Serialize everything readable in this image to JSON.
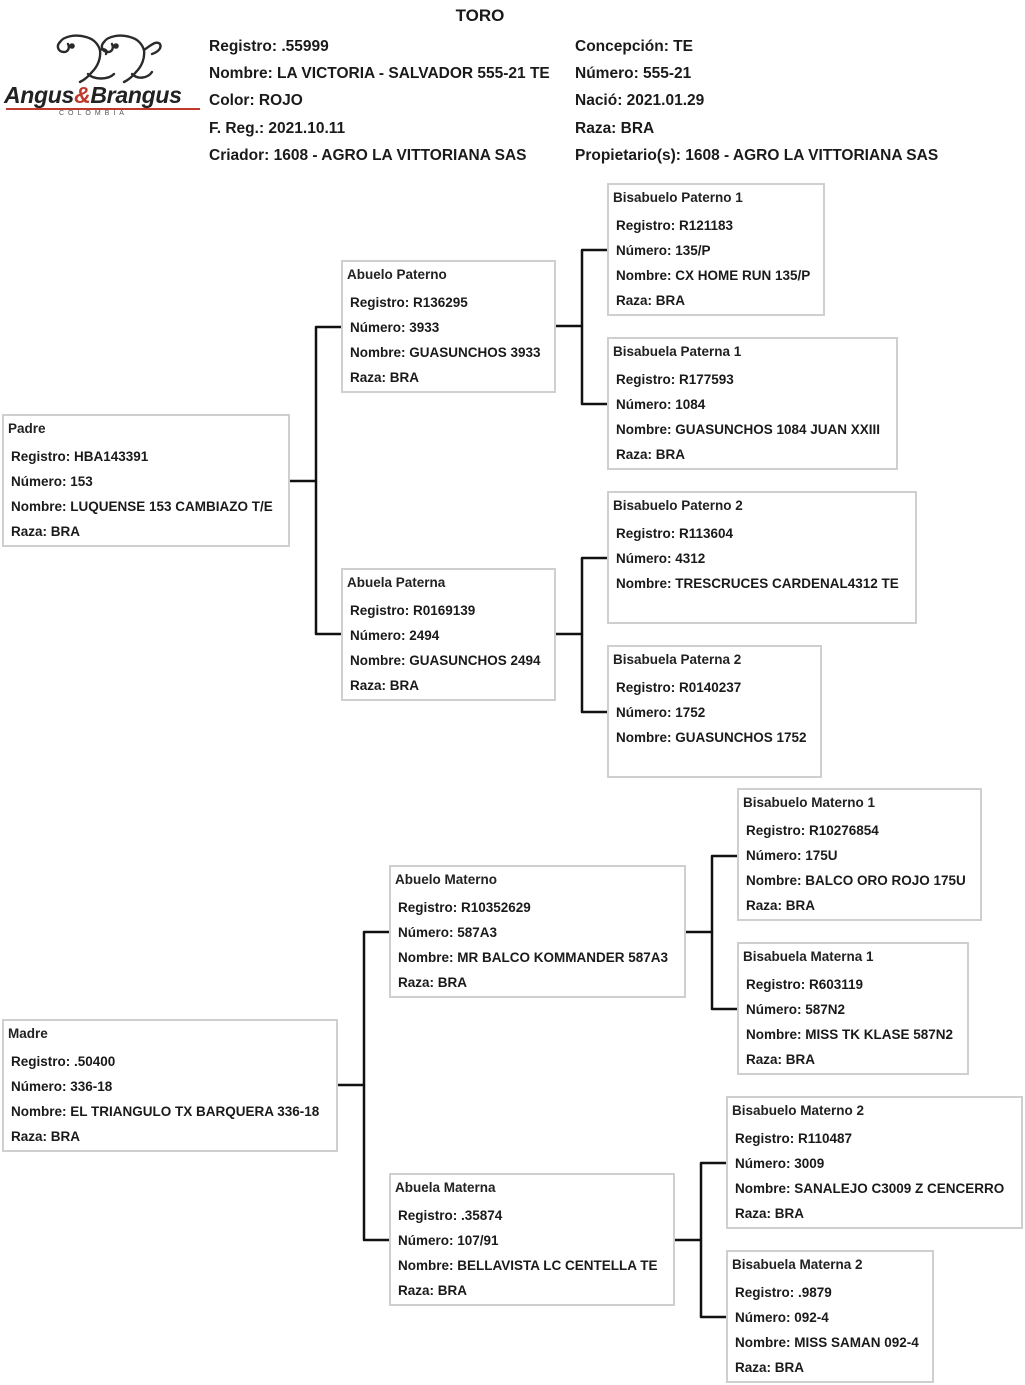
{
  "logo": {
    "brand_left": "Angus",
    "amp": "&",
    "brand_right": "Brangus",
    "sub": "COLOMBIA"
  },
  "title": "TORO",
  "header": {
    "left": [
      "Registro: .55999",
      "Nombre:  LA VICTORIA - SALVADOR 555-21 TE",
      "Color: ROJO",
      "F. Reg.: 2021.10.11",
      "Criador: 1608 - AGRO LA VITTORIANA SAS"
    ],
    "right": [
      "Concepción: TE",
      "Número: 555-21",
      "Nació: 2021.01.29",
      "Raza: BRA",
      "Propietario(s): 1608 - AGRO LA VITTORIANA SAS"
    ]
  },
  "cards": {
    "padre": {
      "title": "Padre",
      "registro": "Registro: HBA143391",
      "numero": "Número: 153",
      "nombre": "Nombre: LUQUENSE 153 CAMBIAZO T/E",
      "raza": "Raza: BRA"
    },
    "abuelo_paterno": {
      "title": "Abuelo Paterno",
      "registro": "Registro: R136295",
      "numero": "Número: 3933",
      "nombre": "Nombre: GUASUNCHOS 3933",
      "raza": "Raza: BRA"
    },
    "abuela_paterna": {
      "title": "Abuela Paterna",
      "registro": "Registro: R0169139",
      "numero": "Número: 2494",
      "nombre": "Nombre: GUASUNCHOS 2494",
      "raza": "Raza: BRA"
    },
    "bisabuelo_paterno_1": {
      "title": "Bisabuelo Paterno 1",
      "registro": "Registro: R121183",
      "numero": "Número: 135/P",
      "nombre": "Nombre: CX HOME RUN 135/P",
      "raza": "Raza: BRA"
    },
    "bisabuela_paterna_1": {
      "title": "Bisabuela Paterna 1",
      "registro": "Registro: R177593",
      "numero": "Número: 1084",
      "nombre": "Nombre: GUASUNCHOS 1084 JUAN XXIII",
      "raza": "Raza: BRA"
    },
    "bisabuelo_paterno_2": {
      "title": "Bisabuelo Paterno 2",
      "registro": "Registro: R113604",
      "numero": "Número: 4312",
      "nombre": "Nombre: TRESCRUCES CARDENAL4312 TE",
      "raza": ""
    },
    "bisabuela_paterna_2": {
      "title": "Bisabuela Paterna 2",
      "registro": "Registro: R0140237",
      "numero": "Número: 1752",
      "nombre": "Nombre: GUASUNCHOS 1752",
      "raza": ""
    },
    "madre": {
      "title": "Madre",
      "registro": "Registro: .50400",
      "numero": "Número: 336-18",
      "nombre": "Nombre: EL TRIANGULO TX BARQUERA 336-18",
      "raza": "Raza: BRA"
    },
    "abuelo_materno": {
      "title": "Abuelo Materno",
      "registro": "Registro: R10352629",
      "numero": "Número: 587A3",
      "nombre": "Nombre: MR BALCO KOMMANDER 587A3",
      "raza": "Raza: BRA"
    },
    "abuela_materna": {
      "title": "Abuela Materna",
      "registro": "Registro: .35874",
      "numero": "Número: 107/91",
      "nombre": "Nombre: BELLAVISTA LC CENTELLA TE",
      "raza": "Raza: BRA"
    },
    "bisabuelo_materno_1": {
      "title": "Bisabuelo Materno 1",
      "registro": "Registro: R10276854",
      "numero": "Número: 175U",
      "nombre": "Nombre: BALCO ORO ROJO 175U",
      "raza": "Raza: BRA"
    },
    "bisabuela_materna_1": {
      "title": "Bisabuela Materna 1",
      "registro": "Registro: R603119",
      "numero": "Número: 587N2",
      "nombre": "Nombre: MISS TK KLASE 587N2",
      "raza": "Raza: BRA"
    },
    "bisabuelo_materno_2": {
      "title": "Bisabuelo Materno 2",
      "registro": "Registro: R110487",
      "numero": "Número: 3009",
      "nombre": "Nombre: SANALEJO C3009 Z CENCERRO",
      "raza": "Raza: BRA"
    },
    "bisabuela_materna_2": {
      "title": "Bisabuela Materna 2",
      "registro": "Registro: .9879",
      "numero": "Número: 092-4",
      "nombre": "Nombre: MISS SAMAN 092-4",
      "raza": "Raza: BRA"
    }
  }
}
